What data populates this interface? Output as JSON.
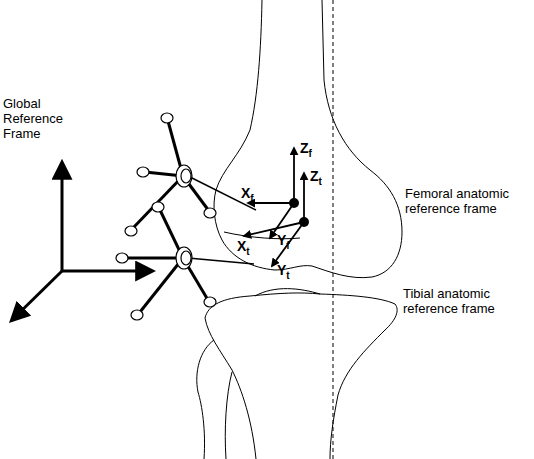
{
  "diagram": {
    "labels": [
      "Global Reference Frame",
      "Femoral anatomic reference frame",
      "Tibial anatomic reference frame",
      "Zf",
      "Xf",
      "Yf",
      "Zt",
      "Xt",
      "Yt"
    ]
  }
}
